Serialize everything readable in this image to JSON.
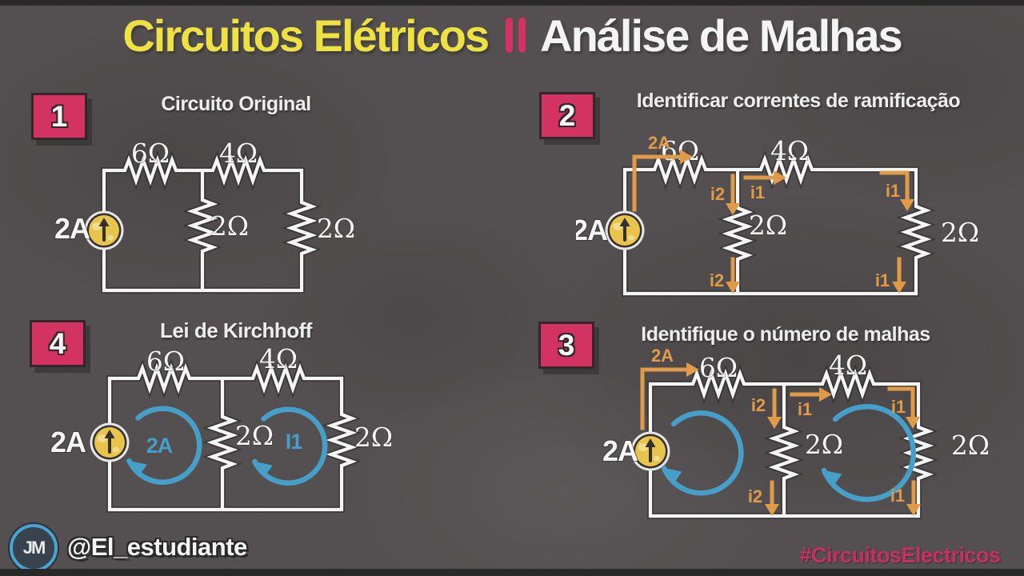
{
  "header": {
    "title_part1": "Circuitos Elétricos",
    "separator": "||",
    "title_part2": "Análise de Malhas"
  },
  "colors": {
    "accent_pink": "#d5164f",
    "title_yellow": "#f6e72a",
    "wire_white": "#ffffff",
    "annotation_orange": "#e3932e",
    "mesh_blue": "#2c98c9",
    "source_yellow": "#f0c434",
    "background": "#3d3839"
  },
  "panels": {
    "p1": {
      "number": "1",
      "title": "Circuito Original",
      "r_top_left": "6Ω",
      "r_top_right": "4Ω",
      "r_middle": "2Ω",
      "r_right": "2Ω",
      "source": "2A"
    },
    "p2": {
      "number": "2",
      "title": "Identificar correntes de ramificação",
      "r_top_left": "6Ω",
      "r_top_right": "4Ω",
      "r_middle": "2Ω",
      "r_right": "2Ω",
      "source": "2A",
      "branch_source": "2A",
      "branch_i1": "i1",
      "branch_i2": "i2"
    },
    "p3": {
      "number": "3",
      "title": "Identifique o número de malhas",
      "r_top_left": "6Ω",
      "r_top_right": "4Ω",
      "r_middle": "2Ω",
      "r_right": "2Ω",
      "source": "2A",
      "branch_source": "2A",
      "branch_i1": "i1",
      "branch_i2": "i2"
    },
    "p4": {
      "number": "4",
      "title": "Lei de Kirchhoff",
      "r_top_left": "6Ω",
      "r_top_right": "4Ω",
      "r_middle": "2Ω",
      "r_right": "2Ω",
      "source": "2A",
      "mesh_left": "2A",
      "mesh_right": "I1"
    }
  },
  "footer": {
    "logo_monogram": "JM",
    "handle": "@El_estudiante",
    "hashtag": "#CircuitosElectricos"
  }
}
